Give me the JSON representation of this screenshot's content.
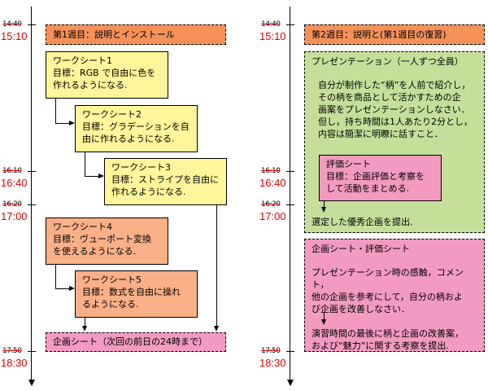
{
  "colors": {
    "header": "#F4915A",
    "worksheet_yellow": "#FFF59B",
    "worksheet_salmon": "#F9B087",
    "pink": "#F29AC0",
    "green": "#C5DF9B",
    "time_new": "#E00000"
  },
  "week1": {
    "times": [
      {
        "old": "14:40",
        "new": "15:10"
      },
      {
        "old": "16:10",
        "new": "16:40"
      },
      {
        "old": "16:20",
        "new": "17:00"
      },
      {
        "old": "17:50",
        "new": "18:30"
      }
    ],
    "header": "第1週目：説明とインストール",
    "worksheets": [
      {
        "title": "ワークシート1",
        "line1": "目標：RGB で自由に色を",
        "line2": "作れるようになる."
      },
      {
        "title": "ワークシート2",
        "line1": "目標：グラデーションを自",
        "line2": "由に作れるようになる."
      },
      {
        "title": "ワークシート3",
        "line1": "目標：ストライプを自由に",
        "line2": "作れるようになる."
      },
      {
        "title": "ワークシート4",
        "line1": "目標：ヴューポート変換",
        "line2": "を使えるようになる."
      },
      {
        "title": "ワークシート5",
        "line1": "目標：数式を自由に操れ",
        "line2": "るようになる."
      }
    ],
    "footer": "企画シート（次回の前日の24時まで）"
  },
  "week2": {
    "times": [
      {
        "old": "14:40",
        "new": "15:10"
      },
      {
        "old": "16:10",
        "new": "16:40"
      },
      {
        "old": "16:20",
        "new": "17:00"
      },
      {
        "old": "17:50",
        "new": "18:30"
      }
    ],
    "header": "第2週目：説明と(第1週目の復習)",
    "presentation": {
      "title": "プレゼンテーション（一人ずつ全員）",
      "lines": [
        "自分が制作した“柄”を人前で紹介し，",
        "その柄を商品として活かすための企",
        "画案をプレゼンテーションしなさい．",
        "但し，持ち時間は1人あたり2分とし，",
        "内容は簡潔に明瞭に話すこと．"
      ],
      "eval_sheet": {
        "title": "評価シート",
        "line1": "目標：企画評価と考察を",
        "line2": "して活動をまとめる."
      },
      "result": "選定した優秀企画を提出."
    },
    "planning": {
      "title": "企画シート・評価シート",
      "lines": [
        "プレゼンテーション時の感触，コメント，",
        "他の企画を参考にして，自分の柄およ",
        "び企画を改善しなさい．"
      ],
      "final_lines": [
        "演習時間の最後に柄と企画の改善案，",
        "および“魅力”に関する考察を提出."
      ]
    }
  }
}
